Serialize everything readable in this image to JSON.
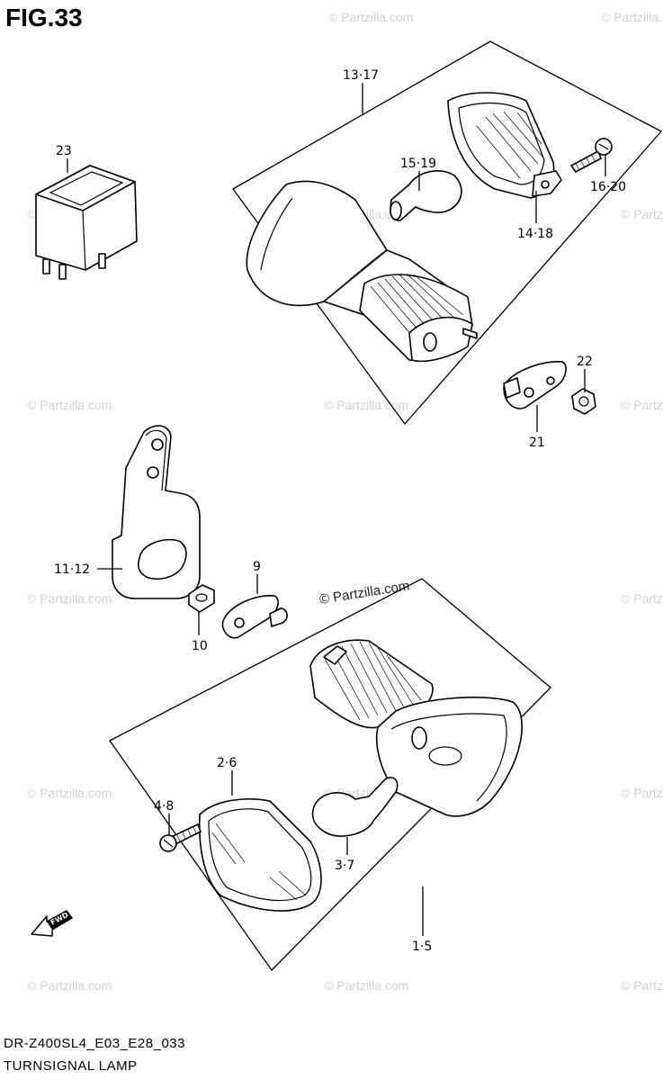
{
  "figure": {
    "title": "FIG.33",
    "code": "DR-Z400SL4_E03_E28_033",
    "name": "TURNSIGNAL LAMP"
  },
  "watermark": {
    "text": "© Partzilla.com",
    "center_text": "© Partzilla.com"
  },
  "labels": {
    "l_13_17": "13·17",
    "l_15_19": "15·19",
    "l_14_18": "14·18",
    "l_16_20": "16·20",
    "l_23": "23",
    "l_22": "22",
    "l_21": "21",
    "l_11_12": "11·12",
    "l_9": "9",
    "l_10": "10",
    "l_2_6": "2·6",
    "l_4_8": "4·8",
    "l_3_7": "3·7",
    "l_1_5": "1·5",
    "fwd": "FWD"
  }
}
